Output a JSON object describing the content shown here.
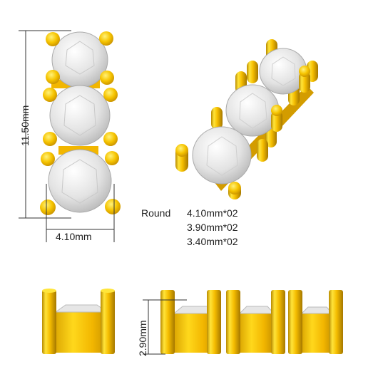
{
  "dimensions": {
    "height_label": "11.50mm",
    "width_label": "4.10mm",
    "depth_label": "2.90mm"
  },
  "stones": {
    "shape_label": "Round",
    "sizes": [
      "4.10mm*02",
      "3.90mm*02",
      "3.40mm*02"
    ]
  },
  "colors": {
    "gold": "#f2b600",
    "gold_light": "#ffe23a",
    "gold_dark": "#b48200",
    "diamond": "#e6e6e6",
    "diamond_shade": "#bdbdbd",
    "dimension_line": "#333333"
  }
}
